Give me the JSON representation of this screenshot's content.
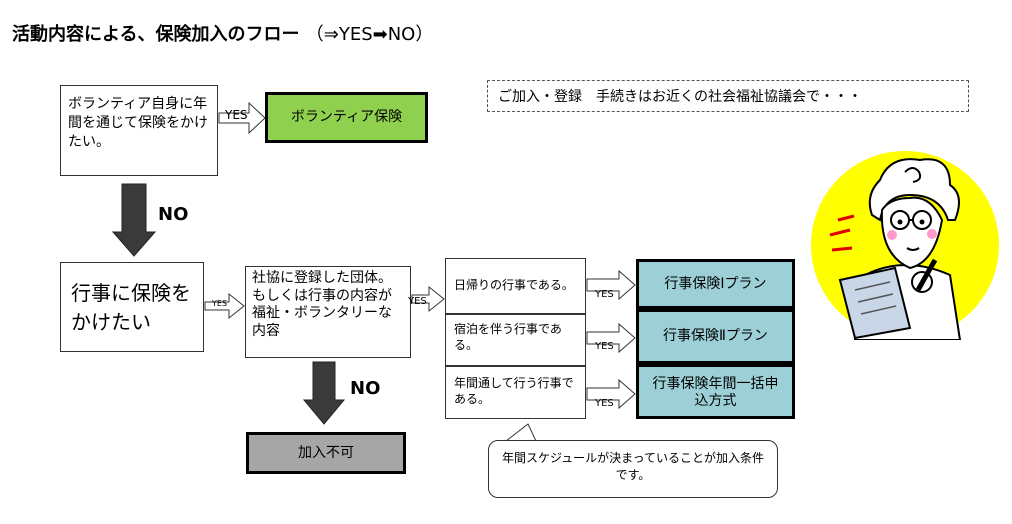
{
  "title": {
    "main": "活動内容による、保険加入のフロー",
    "legend": "（⇒YES➡NO）"
  },
  "notice": "ご加入・登録　手続きはお近くの社会福祉協議会で・・・",
  "questions": {
    "volunteer_self": "ボランティア自身に年間を通じて保険をかけたい。",
    "event_insurance": "行事に保険をかけたい",
    "registered_group": "社協に登録した団体。もしくは行事の内容が福祉・ボランタリーな内容"
  },
  "conditions": {
    "day_trip": "日帰りの行事である。",
    "overnight": "宿泊を伴う行事である。",
    "annual": "年間通して行う行事である。"
  },
  "results": {
    "volunteer_insurance": "ボランティア保険",
    "not_allowed": "加入不可",
    "plan_1": "行事保険Ⅰプラン",
    "plan_2": "行事保険Ⅱプラン",
    "plan_annual_line1": "行事保険年間一括申",
    "plan_annual_line2": "込方式"
  },
  "labels": {
    "yes": "YES",
    "no": "NO"
  },
  "callout": "年間スケジュールが決まっていることが加入条件です。",
  "colors": {
    "green": "#8fd14f",
    "teal": "#9cd0d6",
    "gray": "#a6a6a6",
    "yellow": "#ffff00"
  },
  "illustration": "teacher-with-clipboard"
}
